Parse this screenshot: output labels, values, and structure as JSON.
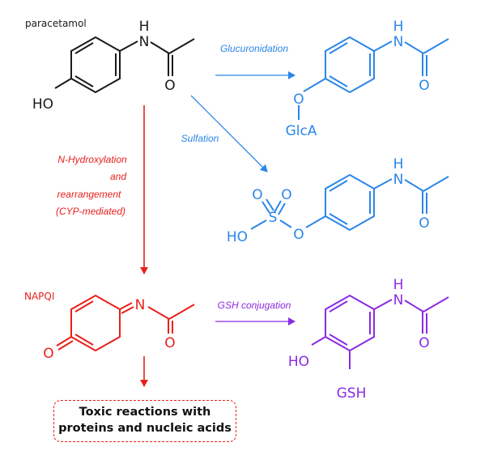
{
  "colors": {
    "black": "#1a1a1a",
    "blue": "#2b86e8",
    "red": "#e8201b",
    "purple": "#8a2be2"
  },
  "paracetamol": {
    "name": "paracetamol",
    "atom_N": "N",
    "atom_H": "H",
    "atom_O": "O",
    "group_HO": "HO"
  },
  "glucuronide": {
    "atom_N": "N",
    "atom_H": "H",
    "atom_O_carbonyl": "O",
    "atom_O_link": "O",
    "group_GlcA": "GlcA"
  },
  "sulfate": {
    "atom_N": "N",
    "atom_H": "H",
    "atom_O_carbonyl": "O",
    "atom_O1": "O",
    "atom_O2": "O",
    "atom_S": "S",
    "group_HO": "HO",
    "atom_O_link": "O"
  },
  "napqi": {
    "name": "NAPQI",
    "atom_N": "N",
    "atom_O_carbonyl": "O",
    "atom_O_ring": "O"
  },
  "gsh_conjugate": {
    "atom_N": "N",
    "atom_H": "H",
    "atom_O_carbonyl": "O",
    "group_HO": "HO",
    "group_GSH": "GSH"
  },
  "arrows": {
    "glucuronidation": "Glucuronidation",
    "sulfation": "Sulfation",
    "hydroxylation": [
      "N-Hydroxylation",
      "and",
      "rearrangement",
      "(CYP-mediated)"
    ],
    "gsh_conjugation": "GSH conjugation"
  },
  "toxic": {
    "line1": "Toxic reactions with",
    "line2": "proteins and nucleic acids"
  }
}
